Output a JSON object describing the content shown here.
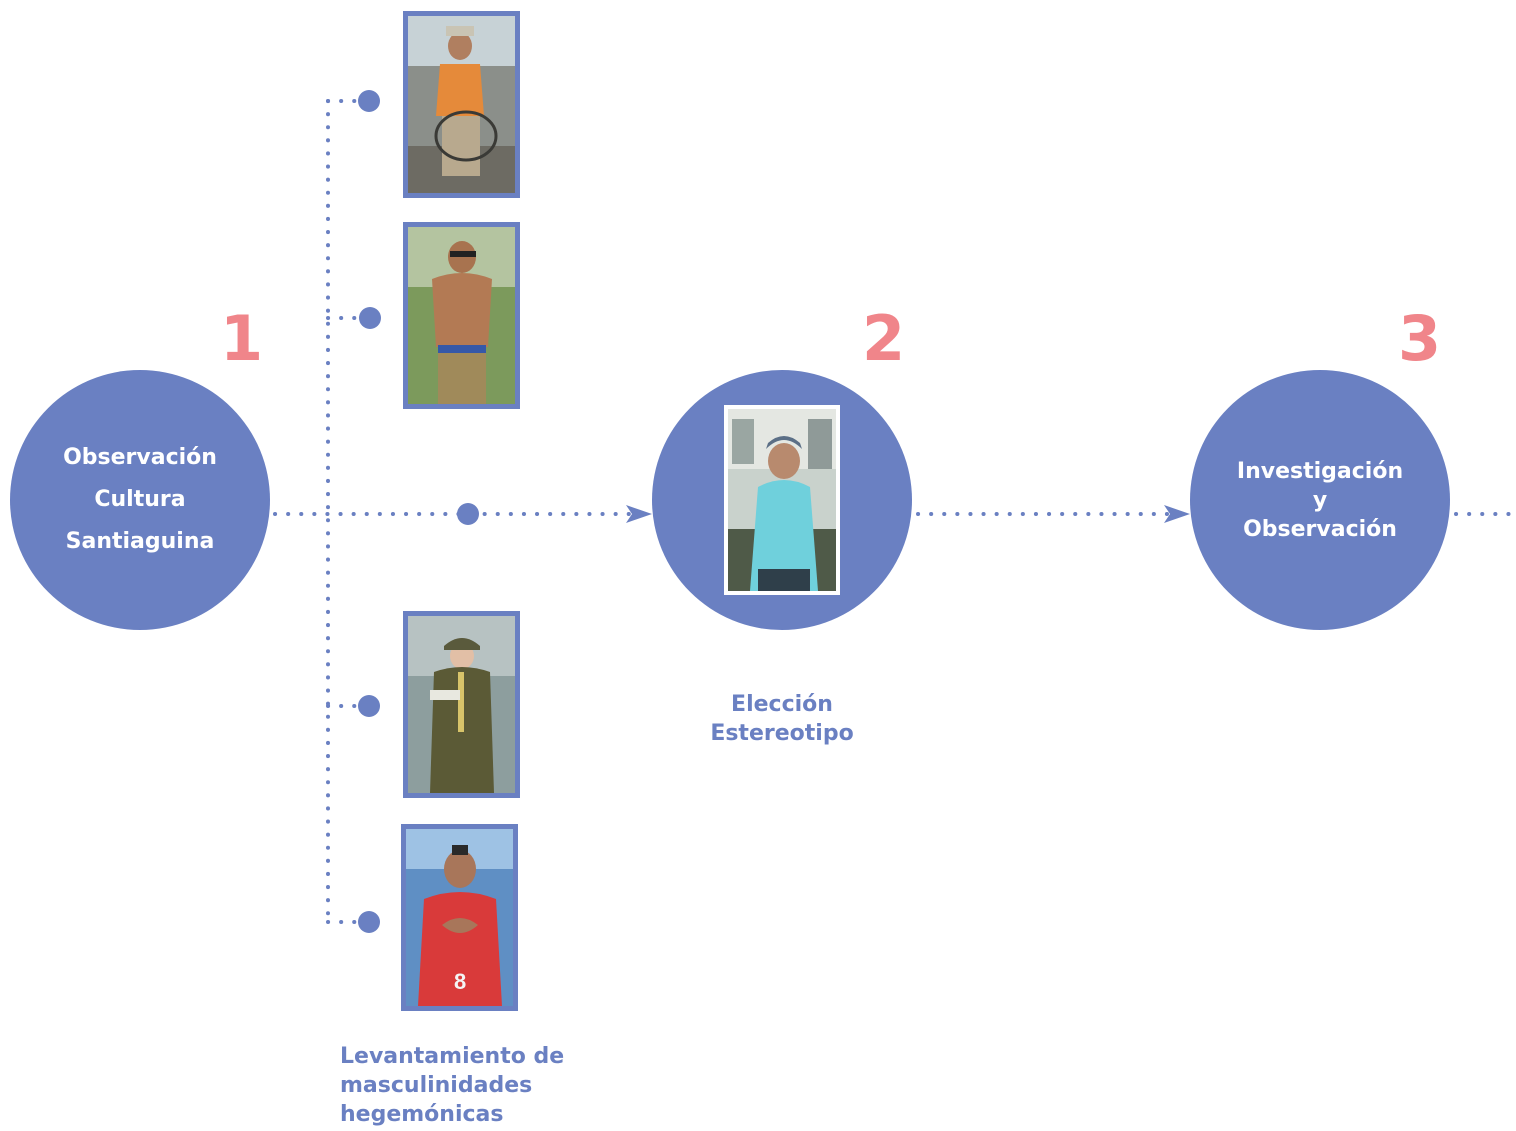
{
  "colors": {
    "accent": "#6a80c2",
    "number": "#f0858a",
    "circle_text": "#ffffff"
  },
  "steps": [
    {
      "number": "1",
      "lines": [
        "Observación",
        "Cultura",
        "Santiaguina"
      ]
    },
    {
      "number": "2",
      "lines": []
    },
    {
      "number": "3",
      "lines": [
        "Investigación",
        "y",
        "Observación"
      ]
    }
  ],
  "labels": {
    "levantamiento": [
      "Levantamiento de",
      "masculinidades",
      "hegemónicas"
    ],
    "eleccion": [
      "Elección",
      "Estereotipo"
    ]
  },
  "photos": [
    "worker-photo",
    "shirtless-man-photo",
    "military-officer-photo",
    "soccer-player-photo",
    "stereotype-man-photo"
  ]
}
